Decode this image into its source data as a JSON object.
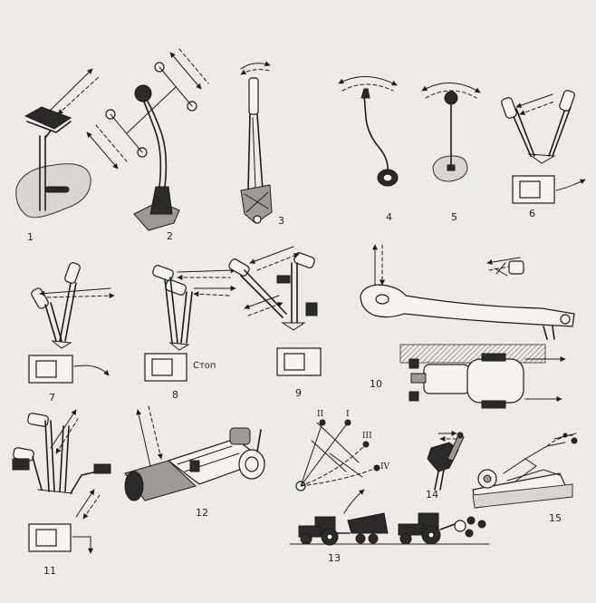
{
  "figure_labels": [
    "1",
    "2",
    "3",
    "4",
    "5",
    "6",
    "7",
    "8",
    "9",
    "10",
    "11",
    "12",
    "13",
    "14",
    "15"
  ],
  "stop_label": "Стоп",
  "gear_positions": [
    "II",
    "I",
    "III",
    "IV"
  ],
  "colors": {
    "background": "#ecebe8",
    "ink": "#1c1c1c"
  }
}
